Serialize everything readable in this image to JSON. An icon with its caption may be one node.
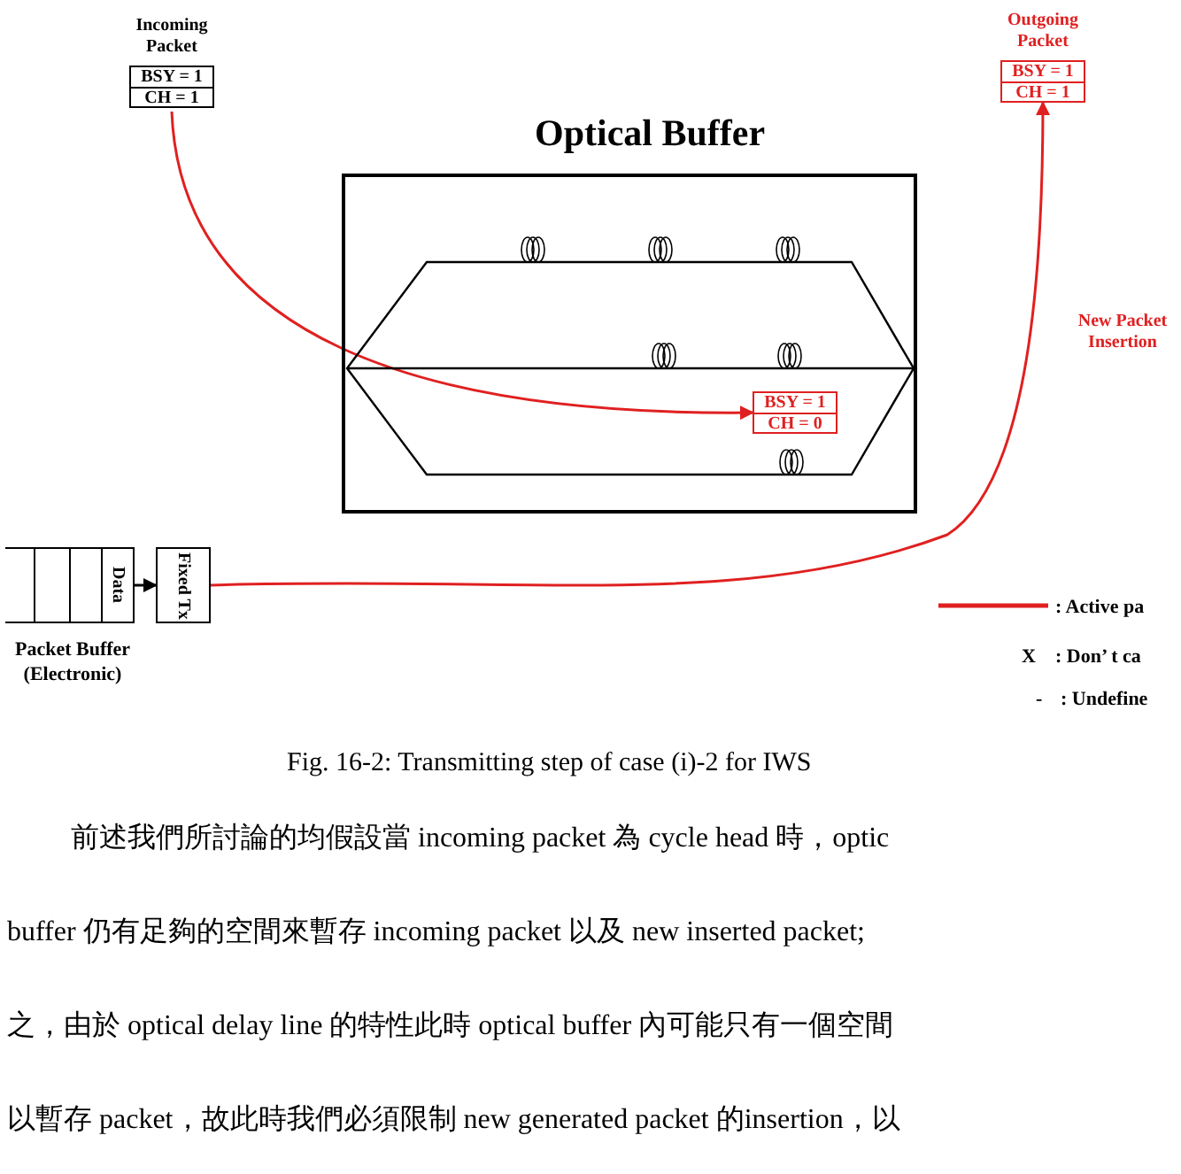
{
  "diagram": {
    "caption": "Fig. 16-2: Transmitting step of case (i)-2 for IWS",
    "nodes": [
      {
        "text": [
          "Incoming Packet",
          "BSY = 1",
          "CH = 1"
        ]
      },
      {
        "text": [
          "Outgoing Packet",
          "BSY = 1",
          "CH = 1"
        ]
      },
      {
        "text": [
          "Optical Buffer"
        ]
      },
      {
        "text": [
          "BSY = 1",
          "CH = 0"
        ],
        "in": 2
      },
      {
        "text": [
          "Data",
          "Packet Buffer (Electronic)"
        ]
      },
      {
        "text": [
          "Fixed Tx"
        ]
      }
    ],
    "edges": [
      {
        "from": 0,
        "to": 3,
        "arrow": "to"
      },
      {
        "from": 4,
        "to": 5,
        "arrow": "to",
        "color": "#000000"
      },
      {
        "from": 5,
        "to": 1,
        "arrow": "to",
        "label": "New Packet Insertion"
      }
    ],
    "labels": [
      "X",
      ": Don’ t ca",
      "-",
      ": Undefine",
      "前述我們所討論的均假設當 incoming packet 為 cycle head 時，optic",
      "buffer 仍有足夠的空間來暫存 incoming packet 以及 new inserted packet;",
      "之，由於 optical delay line 的特性此時 optical buffer 內可能只有一個空間",
      "以暫存 packet，故此時我們必須限制 new generated packet 的insertion，以"
    ],
    "legend": [
      {
        "text": ": Active pa"
      }
    ]
  }
}
